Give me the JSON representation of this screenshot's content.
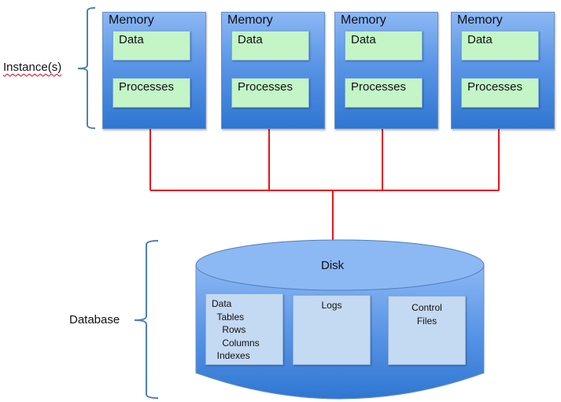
{
  "labels": {
    "instances": "Instance(s)",
    "database": "Database"
  },
  "instances": [
    {
      "title": "Memory",
      "data": "Data",
      "processes": "Processes"
    },
    {
      "title": "Memory",
      "data": "Data",
      "processes": "Processes"
    },
    {
      "title": "Memory",
      "data": "Data",
      "processes": "Processes"
    },
    {
      "title": "Memory",
      "data": "Data",
      "processes": "Processes"
    }
  ],
  "disk": {
    "title": "Disk",
    "compartments": [
      {
        "lines": [
          "Data",
          "  Tables",
          "    Rows",
          "    Columns",
          "  Indexes"
        ]
      },
      {
        "lines": [
          "Logs"
        ]
      },
      {
        "lines": [
          "Control",
          "Files"
        ]
      }
    ]
  },
  "colors": {
    "connector": "#e8141b",
    "brace": "#4f7fb8",
    "memory_fill": "#4a8ae0",
    "inner_green": "#c3f5c7",
    "disk_fill": "#5a95e6",
    "disk_compartment": "#c4d9f2"
  }
}
